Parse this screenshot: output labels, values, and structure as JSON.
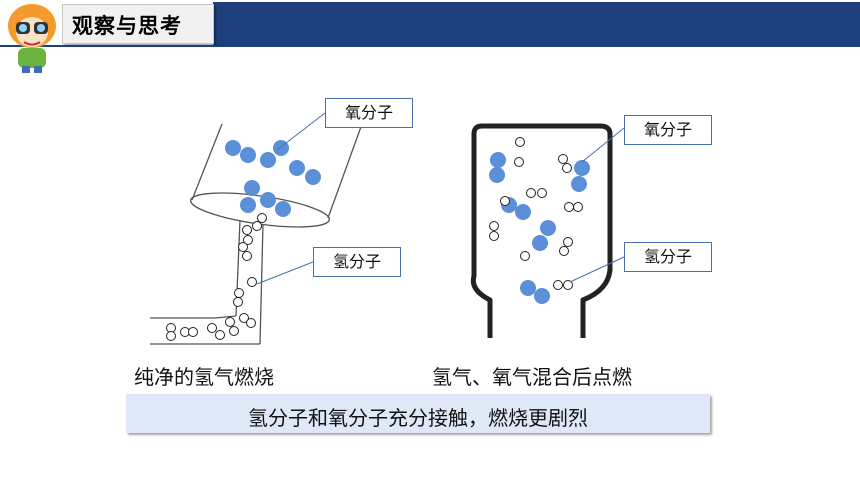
{
  "header": {
    "title": "观察与思考"
  },
  "left_figure": {
    "caption": "纯净的氢气燃烧",
    "oxygen_label": "氧分子",
    "hydrogen_label": "氢分子"
  },
  "right_figure": {
    "caption": "氢气、氧气混合后点燃",
    "oxygen_label": "氧分子",
    "hydrogen_label": "氢分子"
  },
  "summary": {
    "text": "氢分子和氧分子充分接触，燃烧更剧烈"
  },
  "colors": {
    "header_blue": "#1f3e7d",
    "oxygen_molecule": "#5b8fd8",
    "summary_bg": "#dfe8f6"
  },
  "icons": [
    "mascot-with-binoculars-icon"
  ]
}
